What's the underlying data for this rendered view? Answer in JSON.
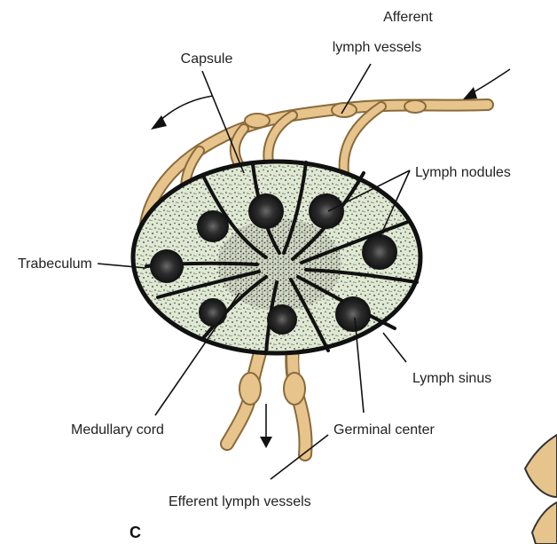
{
  "diagram": {
    "panel_letter": "C",
    "labels": {
      "afferent_line1": "Afferent",
      "afferent_line2": "lymph vessels",
      "capsule": "Capsule",
      "lymph_nodules": "Lymph nodules",
      "trabeculum": "Trabeculum",
      "lymph_sinus": "Lymph sinus",
      "medullary_cord": "Medullary cord",
      "germinal_center": "Germinal center",
      "efferent": "Efferent lymph vessels"
    },
    "colors": {
      "vessel_fill": "#e6c48c",
      "vessel_stroke": "#8a6a3a",
      "node_fill": "#dfe8d2",
      "outline": "#111111",
      "nodule": "#2a2a2a",
      "line": "#111111"
    }
  }
}
